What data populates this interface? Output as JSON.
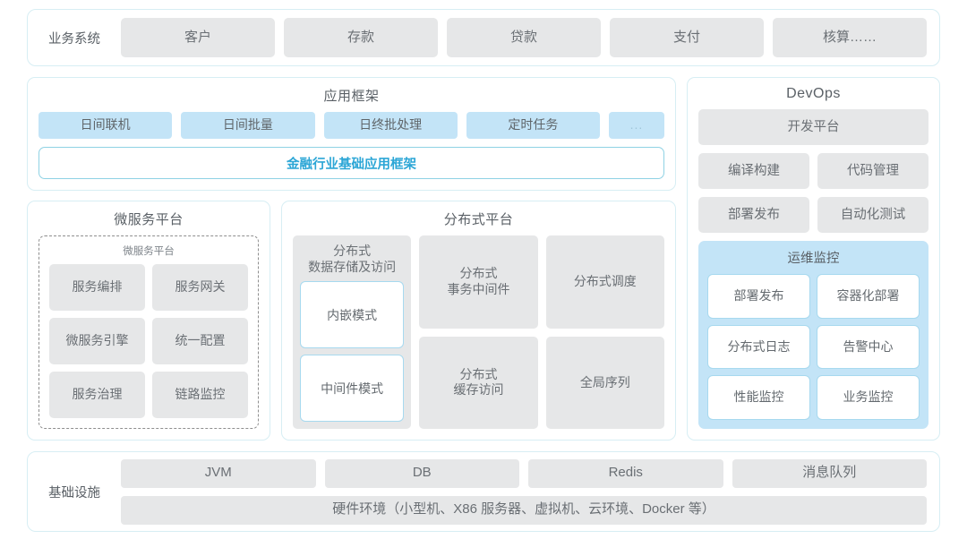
{
  "business_systems": {
    "label": "业务系统",
    "items": [
      "客户",
      "存款",
      "贷款",
      "支付",
      "核算……"
    ]
  },
  "application_framework": {
    "title": "应用框架",
    "items": [
      "日间联机",
      "日间批量",
      "日终批处理",
      "定时任务"
    ],
    "more": "...",
    "base_label": "金融行业基础应用框架"
  },
  "microservice_platform": {
    "title": "微服务平台",
    "inner_title": "微服务平台",
    "items": [
      "服务编排",
      "服务网关",
      "微服务引擎",
      "统一配置",
      "服务治理",
      "链路监控"
    ]
  },
  "distributed_platform": {
    "title": "分布式平台",
    "storage": {
      "title": "分布式\n数据存储及访问",
      "modes": [
        "内嵌模式",
        "中间件模式"
      ]
    },
    "items": [
      "分布式\n事务中间件",
      "分布式调度",
      "分布式\n缓存访问",
      "全局序列"
    ]
  },
  "devops": {
    "title": "DevOps",
    "platform": "开发平台",
    "tools": [
      "编译构建",
      "代码管理",
      "部署发布",
      "自动化测试"
    ],
    "ops_monitoring": {
      "title": "运维监控",
      "items": [
        "部署发布",
        "容器化部署",
        "分布式日志",
        "告警中心",
        "性能监控",
        "业务监控"
      ]
    }
  },
  "infrastructure": {
    "label": "基础设施",
    "components": [
      "JVM",
      "DB",
      "Redis",
      "消息队列"
    ],
    "hardware": "硬件环境（小型机、X86 服务器、虚拟机、云环境、Docker 等）"
  },
  "colors": {
    "accent": "#2ca6d6",
    "light_blue": "#c3e4f7",
    "gray_cell": "#e6e7e8",
    "panel_border": "#d7eef4",
    "blue_border": "#a7d9ef"
  }
}
